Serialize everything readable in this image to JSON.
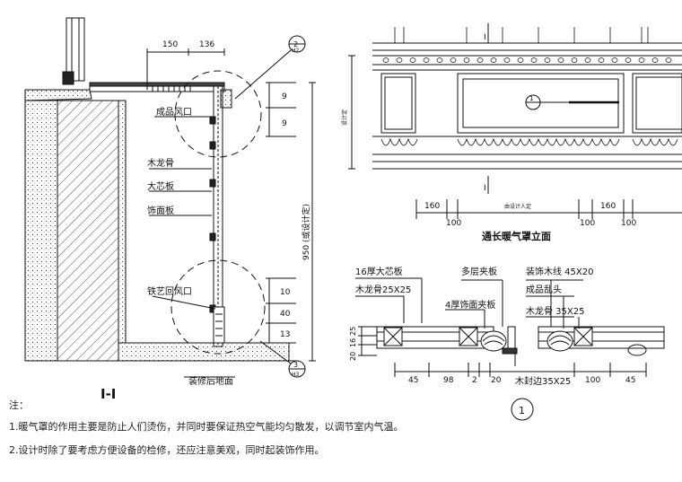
{
  "section": {
    "title": "I-I",
    "top_dims": [
      "150",
      "136"
    ],
    "right_dims": [
      "9",
      "9"
    ],
    "lower_dims": [
      "10",
      "40",
      "13"
    ],
    "total_height": "950 (或设计定)",
    "callout_top": {
      "num": "2",
      "sub": "H2"
    },
    "callout_bottom": {
      "num": "3",
      "sub": "H3"
    },
    "labels": {
      "outlet": "成品风口",
      "keel": "木龙骨",
      "core_board": "大芯板",
      "finish_board": "饰面板",
      "iron_vent": "铁艺回风口",
      "floor": "装修后地面"
    }
  },
  "elevation": {
    "title": "通长暖气罩立面",
    "section_mark": "I",
    "callout_num": "1",
    "side_label": "设计定",
    "dims_left": [
      "160",
      "100"
    ],
    "dims_right": [
      "100",
      "160",
      "100"
    ],
    "span_label": "由设计人定"
  },
  "detail": {
    "callout_num": "1",
    "labels": {
      "core16": "16厚大芯板",
      "keel25": "木龙骨25X25",
      "plywood": "多层夹板",
      "finish4": "4厚饰面夹板",
      "molding": "装饰木线 45X20",
      "finished_head": "成品乱头",
      "keel35": "木龙骨 35X25",
      "edge": "木封边35X25"
    },
    "left_vertical_dims": [
      "20",
      "16",
      "25"
    ],
    "bottom_dims": [
      "45",
      "98",
      "2",
      "20",
      "100",
      "45"
    ]
  },
  "notes": {
    "heading": "注：",
    "line1": "1.暖气罩的作用主要是防止人们烫伤，并同时要保证热空气能均匀散发，以调节室内气温。",
    "line2": "2.设计时除了要考虑方便设备的检修，还应注意美观，同时起装饰作用。"
  }
}
